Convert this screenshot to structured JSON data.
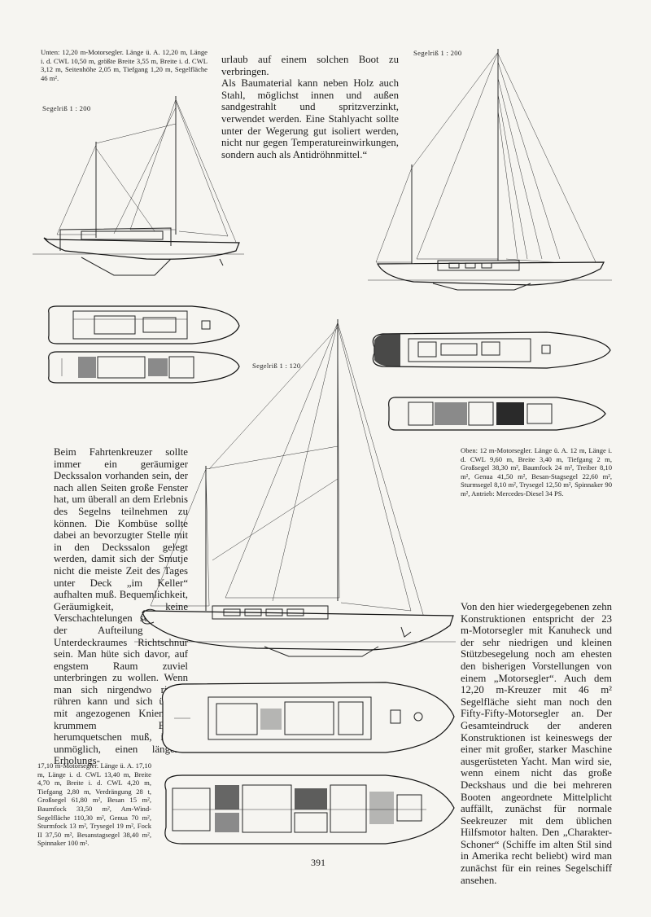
{
  "captions": {
    "top_left": "Unten: 12,20 m-Motorsegler. Länge ü. A. 12,20 m, Länge i. d. CWL 10,50 m, größte Breite 3,55 m, Breite i. d. CWL 3,12 m, Seitenhöhe 2,05 m, Tiefgang 1,20 m, Segelfläche 46 m².",
    "top_right": "Oben: 12 m-Motorsegler. Länge ü. A. 12 m, Länge i. d. CWL 9,60 m, Breite 3,40 m, Tiefgang 2 m, Großsegel 38,30 m², Baumfock 24 m², Treiber 8,10 m², Genua 41,50 m², Besan-Stagsegel 22,60 m², Sturmsegel 8,10 m², Trysegel 12,50 m², Spinnaker 90 m², Antrieb: Mercedes-Diesel 34 PS.",
    "bottom_left": "17,10 m-Motorsegler. Länge ü. A. 17,10 m, Länge i. d. CWL 13,40 m, Breite 4,70 m, Breite i. d. CWL 4,20 m, Tiefgang 2,80 m, Verdrängung 28 t, Großsegel 61,80 m², Besan 15 m², Baumfock 33,50 m², Am-Wind-Segelfläche 110,30 m², Genua 70 m², Sturmfock 13 m², Trysegel 19 m², Fock II 37,50 m², Besanstagsegel 38,40 m², Spinnaker 100 m²."
  },
  "scale_labels": {
    "left": "Segelriß 1 : 200",
    "right": "Segelriß 1 : 200",
    "center": "Segelriß 1 : 120"
  },
  "text": {
    "top_column": "urlaub auf einem solchen Boot zu verbringen.\n    Als Baumaterial kann neben Holz auch Stahl, möglichst innen und außen sandgestrahlt und spritzverzinkt, verwendet werden. Eine Stahlyacht sollte unter der Wegerung gut isoliert werden, nicht nur gegen Temperatureinwirkungen, sondern auch als Antidröhnmittel.“",
    "left_column": "Beim Fahrtenkreuzer sollte immer ein geräumiger Deckssalon vorhanden sein, der nach allen Seiten große Fenster hat, um überall an dem Erlebnis des Segelns teilnehmen zu können. Die Kombüse sollte dabei an bevorzugter Stelle mit in den Deckssalon gelegt werden, damit sich der Smutje nicht die meiste Zeit des Tages unter Deck „im Keller“ aufhalten muß. Bequemlichkeit, Geräumigkeit, keine Verschachtelungen sollten bei der Aufteilung des Unterdeckraumes Richtschnur sein. Man hüte sich davor, auf engstem Raum zuviel unterbringen zu wollen. Wenn man sich nirgendwo richtig rühren kann und sich überall mit angezogenen Knien und krummem Buckel herumquetschen muß, ist es unmöglich, einen längeren Erholungs-",
    "right_column": "Von den hier wiedergegebenen zehn Konstruktionen entspricht der 23 m-Motorsegler mit Kanuheck und der sehr niedrigen und kleinen Stützbesegelung noch am ehesten den bisherigen Vorstellungen von einem „Motorsegler“. Auch dem 12,20 m-Kreuzer mit 46 m² Segelfläche sieht man noch den Fifty-Fifty-Motorsegler an. Der Gesamteindruck der anderen Konstruktionen ist keineswegs der einer mit großer, starker Maschine ausgerüsteten Yacht. Man wird sie, wenn einem nicht das große Deckshaus und die bei mehreren Booten angeordnete Mittelplicht auffällt, zunächst für normale Seekreuzer mit dem üblichen Hilfsmotor halten. Den „Charakter-Schoner“ (Schiffe im alten Stil sind in Amerika recht beliebt) wird man zunächst für ein reines Segelschiff ansehen."
  },
  "page_number": "391"
}
